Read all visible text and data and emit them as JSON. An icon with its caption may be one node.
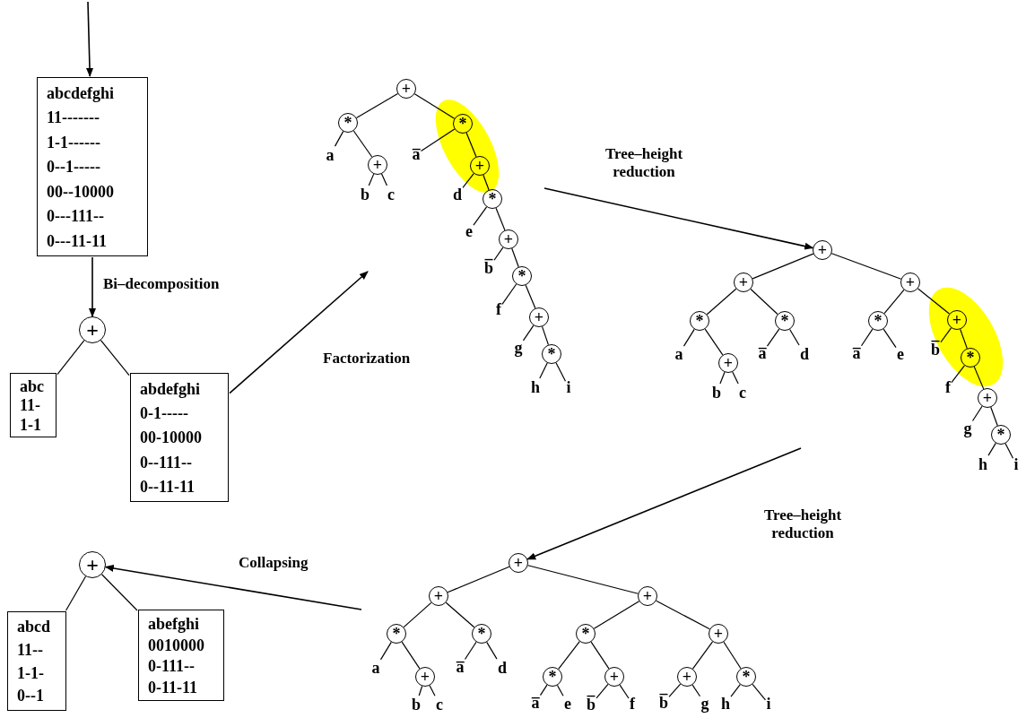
{
  "diagram": {
    "nodes": [
      {
        "text": [
          "abcdefghi",
          "11-------",
          "1-1------",
          "0--1-----",
          "00--10000",
          "0---111--",
          "0---11-11"
        ]
      },
      {
        "text": [
          "+"
        ]
      },
      {
        "text": [
          "abc",
          "11-",
          "1-1"
        ]
      },
      {
        "text": [
          "abdefghi",
          "0-1-----",
          "00-10000",
          "0--111--",
          "0--11-11"
        ]
      },
      {
        "text": [
          "+"
        ]
      },
      {
        "text": [
          "*"
        ]
      },
      {
        "text": [
          "a"
        ]
      },
      {
        "text": [
          "+"
        ]
      },
      {
        "text": [
          "b"
        ]
      },
      {
        "text": [
          "c"
        ]
      },
      {
        "text": [
          "*"
        ]
      },
      {
        "text": [
          "a̅"
        ]
      },
      {
        "text": [
          "+"
        ]
      },
      {
        "text": [
          "d"
        ]
      },
      {
        "text": [
          "*"
        ]
      },
      {
        "text": [
          "e"
        ]
      },
      {
        "text": [
          "+"
        ]
      },
      {
        "text": [
          "b̅"
        ]
      },
      {
        "text": [
          "*"
        ]
      },
      {
        "text": [
          "f"
        ]
      },
      {
        "text": [
          "+"
        ]
      },
      {
        "text": [
          "g"
        ]
      },
      {
        "text": [
          "*"
        ]
      },
      {
        "text": [
          "h"
        ]
      },
      {
        "text": [
          "i"
        ]
      },
      {
        "text": [
          "+"
        ]
      },
      {
        "text": [
          "+"
        ]
      },
      {
        "text": [
          "*"
        ]
      },
      {
        "text": [
          "a"
        ]
      },
      {
        "text": [
          "+"
        ]
      },
      {
        "text": [
          "b"
        ]
      },
      {
        "text": [
          "c"
        ]
      },
      {
        "text": [
          "*"
        ]
      },
      {
        "text": [
          "a̅"
        ]
      },
      {
        "text": [
          "d"
        ]
      },
      {
        "text": [
          "+"
        ]
      },
      {
        "text": [
          "*"
        ]
      },
      {
        "text": [
          "a̅"
        ]
      },
      {
        "text": [
          "e"
        ]
      },
      {
        "text": [
          "+"
        ]
      },
      {
        "text": [
          "b̅"
        ]
      },
      {
        "text": [
          "*"
        ]
      },
      {
        "text": [
          "f"
        ]
      },
      {
        "text": [
          "+"
        ]
      },
      {
        "text": [
          "g"
        ]
      },
      {
        "text": [
          "*"
        ]
      },
      {
        "text": [
          "h"
        ]
      },
      {
        "text": [
          "i"
        ]
      },
      {
        "text": [
          "+"
        ]
      },
      {
        "text": [
          "+"
        ]
      },
      {
        "text": [
          "*"
        ]
      },
      {
        "text": [
          "a"
        ]
      },
      {
        "text": [
          "+"
        ]
      },
      {
        "text": [
          "b"
        ]
      },
      {
        "text": [
          "c"
        ]
      },
      {
        "text": [
          "*"
        ]
      },
      {
        "text": [
          "a̅"
        ]
      },
      {
        "text": [
          "d"
        ]
      },
      {
        "text": [
          "+"
        ]
      },
      {
        "text": [
          "*"
        ]
      },
      {
        "text": [
          "*"
        ]
      },
      {
        "text": [
          "a̅"
        ]
      },
      {
        "text": [
          "e"
        ]
      },
      {
        "text": [
          "+"
        ]
      },
      {
        "text": [
          "b̅"
        ]
      },
      {
        "text": [
          "f"
        ]
      },
      {
        "text": [
          "+"
        ]
      },
      {
        "text": [
          "+"
        ]
      },
      {
        "text": [
          "b̅"
        ]
      },
      {
        "text": [
          "g"
        ]
      },
      {
        "text": [
          "*"
        ]
      },
      {
        "text": [
          "h"
        ]
      },
      {
        "text": [
          "i"
        ]
      },
      {
        "text": [
          "+"
        ]
      },
      {
        "text": [
          "abcd",
          "11--",
          "1-1-",
          "0--1"
        ]
      },
      {
        "text": [
          "abefghi",
          "0010000",
          "0-111--",
          "0-11-11"
        ]
      }
    ],
    "edges": [
      {
        "from": null,
        "to": 0,
        "arrow": "to"
      },
      {
        "from": 0,
        "to": 1,
        "arrow": "to",
        "label": "Bi–decomposition"
      },
      {
        "from": 1,
        "to": 2,
        "arrow": "none"
      },
      {
        "from": 1,
        "to": 3,
        "arrow": "none"
      },
      {
        "from": 3,
        "to": null,
        "arrow": "to",
        "label": "Factorization"
      },
      {
        "from": 4,
        "to": 5,
        "arrow": "none"
      },
      {
        "from": 4,
        "to": 10,
        "arrow": "none"
      },
      {
        "from": 5,
        "to": 6,
        "arrow": "none"
      },
      {
        "from": 5,
        "to": 7,
        "arrow": "none"
      },
      {
        "from": 7,
        "to": 8,
        "arrow": "none"
      },
      {
        "from": 7,
        "to": 9,
        "arrow": "none"
      },
      {
        "from": 10,
        "to": 11,
        "arrow": "none"
      },
      {
        "from": 10,
        "to": 12,
        "arrow": "none"
      },
      {
        "from": 12,
        "to": 13,
        "arrow": "none"
      },
      {
        "from": 12,
        "to": 14,
        "arrow": "none"
      },
      {
        "from": 14,
        "to": 15,
        "arrow": "none"
      },
      {
        "from": 14,
        "to": 16,
        "arrow": "none"
      },
      {
        "from": 16,
        "to": 17,
        "arrow": "none"
      },
      {
        "from": 16,
        "to": 18,
        "arrow": "none"
      },
      {
        "from": 18,
        "to": 19,
        "arrow": "none"
      },
      {
        "from": 18,
        "to": 20,
        "arrow": "none"
      },
      {
        "from": 20,
        "to": 21,
        "arrow": "none"
      },
      {
        "from": 20,
        "to": 22,
        "arrow": "none"
      },
      {
        "from": 22,
        "to": 23,
        "arrow": "none"
      },
      {
        "from": 22,
        "to": 24,
        "arrow": "none"
      },
      {
        "from": null,
        "to": 25,
        "arrow": "to",
        "label": "Tree–height reduction"
      },
      {
        "from": 25,
        "to": 26,
        "arrow": "none"
      },
      {
        "from": 25,
        "to": 35,
        "arrow": "none"
      },
      {
        "from": 26,
        "to": 27,
        "arrow": "none"
      },
      {
        "from": 26,
        "to": 32,
        "arrow": "none"
      },
      {
        "from": 27,
        "to": 28,
        "arrow": "none"
      },
      {
        "from": 27,
        "to": 29,
        "arrow": "none"
      },
      {
        "from": 29,
        "to": 30,
        "arrow": "none"
      },
      {
        "from": 29,
        "to": 31,
        "arrow": "none"
      },
      {
        "from": 32,
        "to": 33,
        "arrow": "none"
      },
      {
        "from": 32,
        "to": 34,
        "arrow": "none"
      },
      {
        "from": 35,
        "to": 36,
        "arrow": "none"
      },
      {
        "from": 35,
        "to": 39,
        "arrow": "none"
      },
      {
        "from": 36,
        "to": 37,
        "arrow": "none"
      },
      {
        "from": 36,
        "to": 38,
        "arrow": "none"
      },
      {
        "from": 39,
        "to": 40,
        "arrow": "none"
      },
      {
        "from": 39,
        "to": 41,
        "arrow": "none"
      },
      {
        "from": 41,
        "to": 42,
        "arrow": "none"
      },
      {
        "from": 41,
        "to": 43,
        "arrow": "none"
      },
      {
        "from": 43,
        "to": 44,
        "arrow": "none"
      },
      {
        "from": 43,
        "to": 45,
        "arrow": "none"
      },
      {
        "from": 45,
        "to": 46,
        "arrow": "none"
      },
      {
        "from": 45,
        "to": 47,
        "arrow": "none"
      },
      {
        "from": null,
        "to": 48,
        "arrow": "to",
        "label": "Tree–height reduction"
      },
      {
        "from": 48,
        "to": 49,
        "arrow": "none"
      },
      {
        "from": 48,
        "to": 58,
        "arrow": "none"
      },
      {
        "from": 49,
        "to": 50,
        "arrow": "none"
      },
      {
        "from": 49,
        "to": 55,
        "arrow": "none"
      },
      {
        "from": 50,
        "to": 51,
        "arrow": "none"
      },
      {
        "from": 50,
        "to": 52,
        "arrow": "none"
      },
      {
        "from": 52,
        "to": 53,
        "arrow": "none"
      },
      {
        "from": 52,
        "to": 54,
        "arrow": "none"
      },
      {
        "from": 55,
        "to": 56,
        "arrow": "none"
      },
      {
        "from": 55,
        "to": 57,
        "arrow": "none"
      },
      {
        "from": 58,
        "to": 59,
        "arrow": "none"
      },
      {
        "from": 58,
        "to": 66,
        "arrow": "none"
      },
      {
        "from": 59,
        "to": 60,
        "arrow": "none"
      },
      {
        "from": 59,
        "to": 63,
        "arrow": "none"
      },
      {
        "from": 60,
        "to": 61,
        "arrow": "none"
      },
      {
        "from": 60,
        "to": 62,
        "arrow": "none"
      },
      {
        "from": 63,
        "to": 64,
        "arrow": "none"
      },
      {
        "from": 63,
        "to": 65,
        "arrow": "none"
      },
      {
        "from": 66,
        "to": 67,
        "arrow": "none"
      },
      {
        "from": 66,
        "to": 70,
        "arrow": "none"
      },
      {
        "from": 67,
        "to": 68,
        "arrow": "none"
      },
      {
        "from": 67,
        "to": 69,
        "arrow": "none"
      },
      {
        "from": 70,
        "to": 71,
        "arrow": "none"
      },
      {
        "from": 70,
        "to": 72,
        "arrow": "none"
      },
      {
        "from": null,
        "to": 73,
        "arrow": "to",
        "label": "Collapsing"
      },
      {
        "from": 73,
        "to": 74,
        "arrow": "none"
      },
      {
        "from": 73,
        "to": 75,
        "arrow": "none"
      }
    ]
  }
}
